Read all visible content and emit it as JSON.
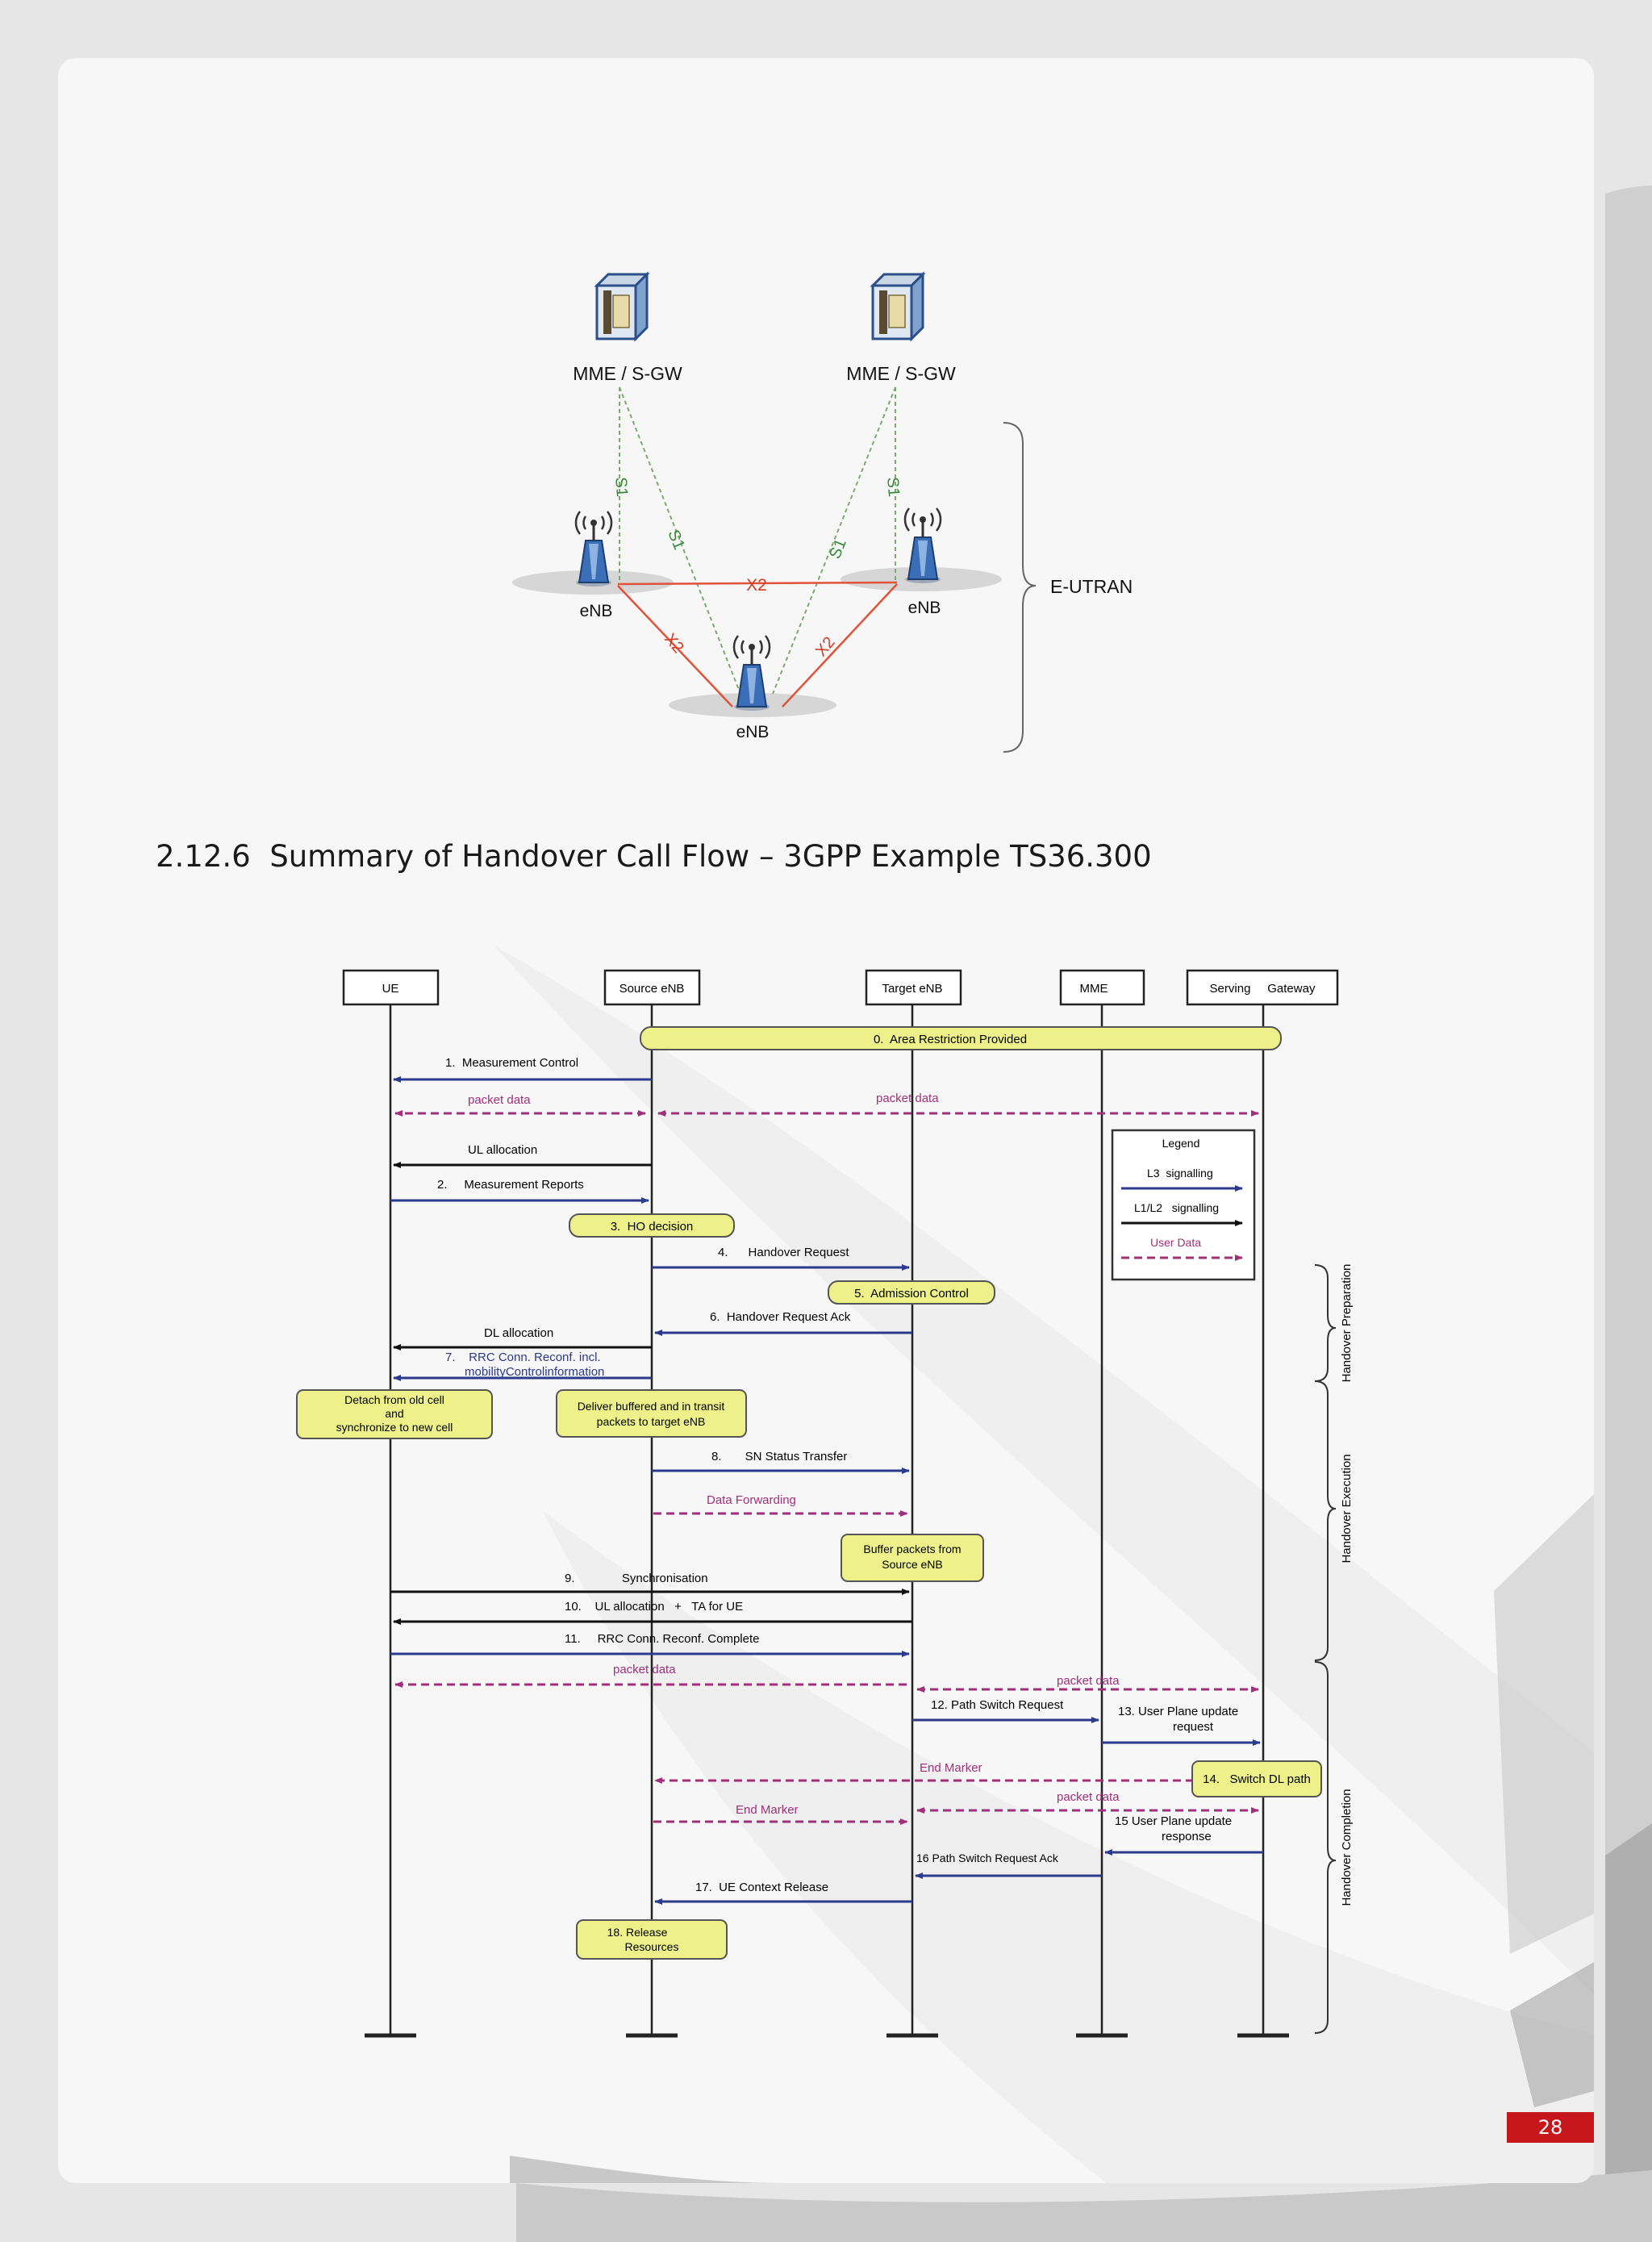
{
  "network_diagram": {
    "mme_left": "MME / S-GW",
    "mme_right": "MME / S-GW",
    "enb_left": "eNB",
    "enb_right": "eNB",
    "enb_bottom": "eNB",
    "s1_labels": [
      "S1",
      "S1",
      "S1",
      "S1"
    ],
    "x2_labels": [
      "X2",
      "X2",
      "X2"
    ],
    "eutran": "E-UTRAN"
  },
  "section_heading": "2.12.6  Summary of Handover Call Flow – 3GPP Example TS36.300",
  "call_flow": {
    "entities": [
      "UE",
      "Source eNB",
      "Target eNB",
      "MME",
      "Serving     Gateway"
    ],
    "area_restriction": "0.  Area Restriction Provided",
    "msg1": "1.  Measurement Control",
    "packet_data_1": "packet data",
    "packet_data_2": "packet data",
    "ul_allocation": "UL allocation",
    "msg2": "2.     Measurement Reports",
    "ho_decision": "3.  HO decision",
    "msg4": "4.      Handover Request",
    "admission_control": "5.  Admission Control",
    "msg6": "6.  Handover Request Ack",
    "dl_allocation": "DL allocation",
    "msg7_line1": "7.    RRC Conn. Reconf. incl.",
    "msg7_line2": "mobilityControlinformation",
    "detach_line1": "Detach from old cell",
    "detach_line2": "and",
    "detach_line3": "synchronize to new cell",
    "deliver_line1": "Deliver buffered and in transit",
    "deliver_line2": "packets to target eNB",
    "msg8": "8.       SN Status Transfer",
    "data_forwarding": "Data Forwarding",
    "buffer_line1": "Buffer packets from",
    "buffer_line2": "Source eNB",
    "msg9": "9.              Synchronisation",
    "msg10": "10.    UL allocation   +   TA for UE",
    "msg11": "11.     RRC Conn. Reconf. Complete",
    "packet_data_3": "packet data",
    "packet_data_4": "packet data",
    "msg12": "12. Path Switch Request",
    "msg13_line1": "13. User Plane update",
    "msg13_line2": "request",
    "end_marker_1": "End Marker",
    "switch_dl": "14.   Switch DL path",
    "packet_data_5": "packet data",
    "end_marker_2": "End Marker",
    "msg15_line1": "15 User Plane update",
    "msg15_line2": "response",
    "msg16": "16 Path Switch Request Ack",
    "msg17": "17.  UE Context Release",
    "release_line1": "18. Release",
    "release_line2": "Resources",
    "legend_title": "Legend",
    "legend_l3": "L3  signalling",
    "legend_l1l2": "L1/L2   signalling",
    "legend_user": "User Data",
    "phase_prep": "Handover Preparation",
    "phase_exec": "Handover Execution",
    "phase_comp": "Handover Completion"
  },
  "page_number": "28"
}
